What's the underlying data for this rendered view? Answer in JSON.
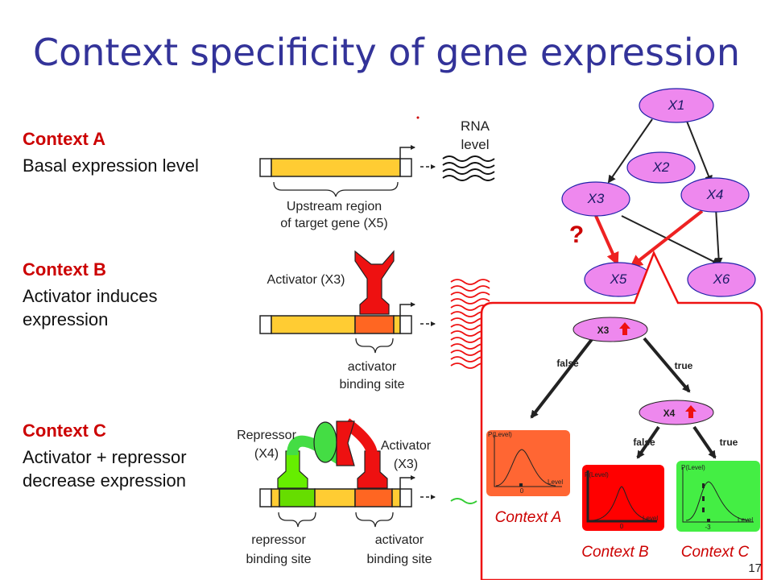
{
  "title": "Context specificity of gene expression",
  "contexts": [
    {
      "heading": "Context A",
      "desc_lines": [
        "Basal expression level"
      ]
    },
    {
      "heading": "Context B",
      "desc_lines": [
        "Activator induces",
        "expression"
      ]
    },
    {
      "heading": "Context C",
      "desc_lines": [
        "Activator + repressor",
        "decrease expression"
      ]
    }
  ],
  "labels": {
    "rna_level": [
      "RNA",
      "level"
    ],
    "upstream_region": [
      "Upstream region",
      "of target gene (X5)"
    ],
    "activator_x3_b": "Activator (X3)",
    "activator_binding_site": [
      "activator",
      "binding site"
    ],
    "repressor_x4": [
      "Repressor",
      "(X4)"
    ],
    "activator_x3_c": [
      "Activator",
      "(X3)"
    ],
    "repressor_binding_site": [
      "repressor",
      "binding site"
    ],
    "activator_binding_site_c": [
      "activator",
      "binding site"
    ]
  },
  "network": {
    "nodes": [
      "X1",
      "X2",
      "X3",
      "X4",
      "X5",
      "X6"
    ],
    "question_mark": "?"
  },
  "tree": {
    "root": "X3",
    "child": "X4",
    "false_label_root": "false",
    "true_label_root": "true",
    "false_label_child": "false",
    "true_label_child": "true",
    "panel_axis_y": "P(Level)",
    "panel_axis_x": "Level",
    "panel_a_tick": "0",
    "panel_b_tick": "0",
    "panel_c_tick": "-3",
    "context_a": "Context A",
    "context_b": "Context B",
    "context_c": "Context C"
  },
  "colors": {
    "title": "#333399",
    "heading": "#cc0000",
    "node_fill": "#ee88ee",
    "orange": "#ff6633",
    "red": "#ff0000",
    "green": "#44ee44"
  },
  "slide_number": "17"
}
